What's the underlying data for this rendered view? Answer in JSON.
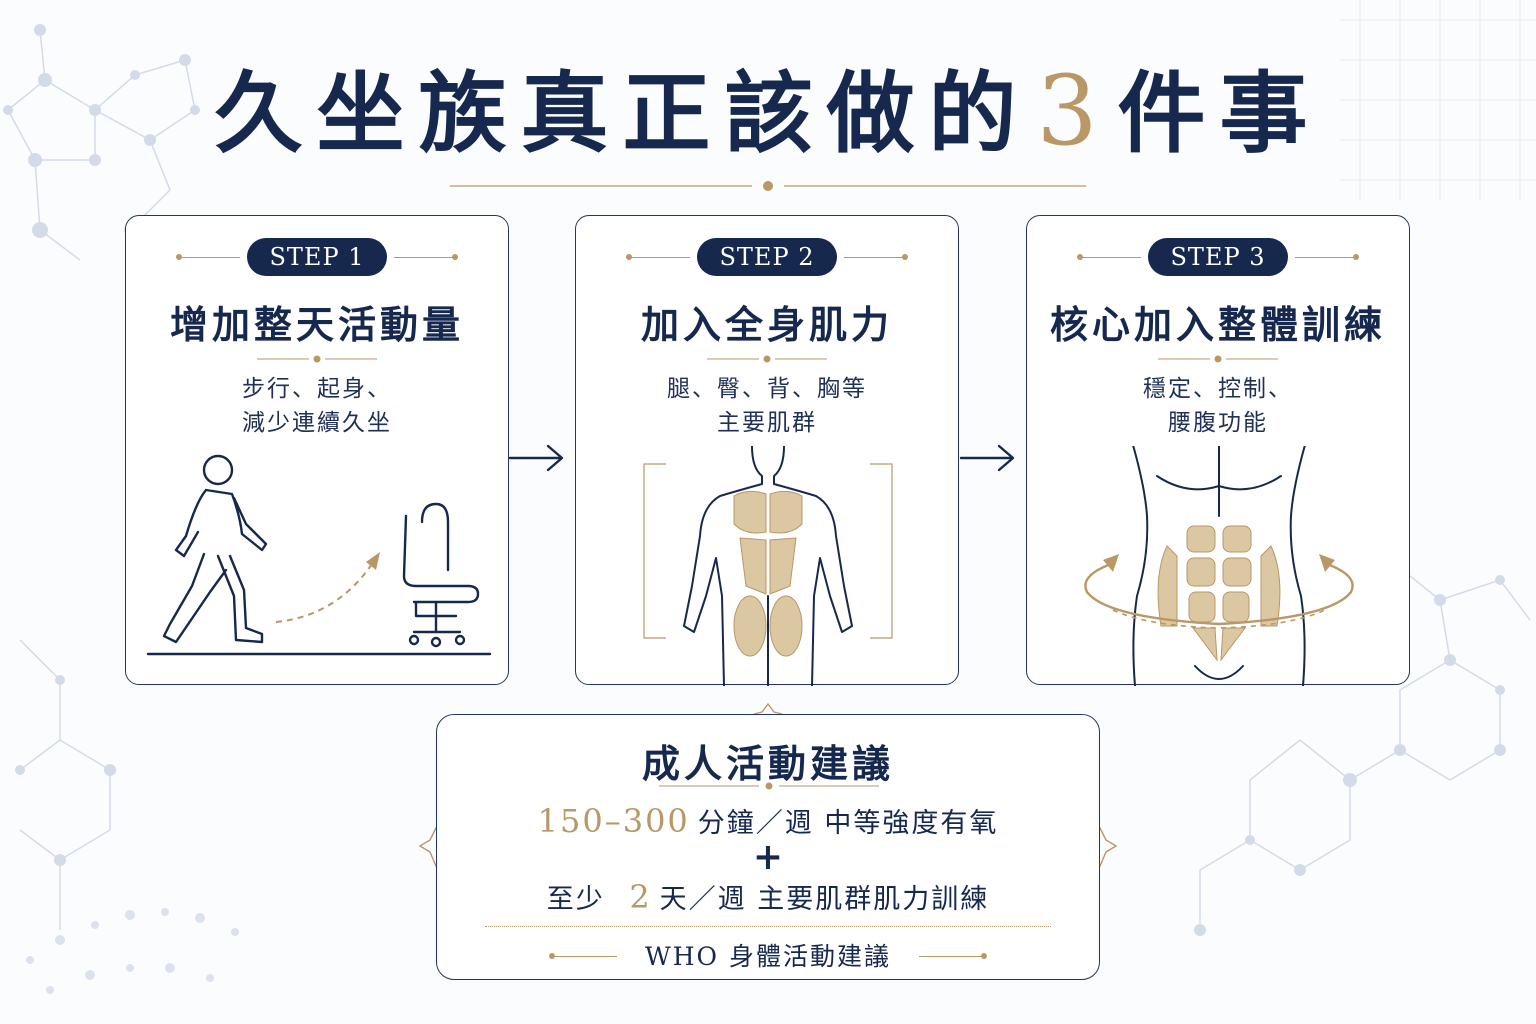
{
  "title": {
    "before": "久坐族真正該做的",
    "number": "3",
    "after": "件事"
  },
  "steps": [
    {
      "badge": "STEP 1",
      "title": "增加整天活動量",
      "desc_lines": [
        "步行、起身、",
        "減少連續久坐"
      ],
      "illustration_icon": "walking-person-to-chair-icon"
    },
    {
      "badge": "STEP 2",
      "title": "加入全身肌力",
      "desc_lines": [
        "腿、臀、背、胸等",
        "主要肌群"
      ],
      "illustration_icon": "full-body-muscle-icon"
    },
    {
      "badge": "STEP 3",
      "title": "核心加入整體訓練",
      "desc_lines": [
        "穩定、控制、",
        "腰腹功能"
      ],
      "illustration_icon": "core-abdomen-icon"
    }
  ],
  "recommendation": {
    "title": "成人活動建議",
    "aerobic_value": "150–300",
    "aerobic_text": "分鐘／週 中等強度有氧",
    "plus": "+",
    "strength_prefix": "至少",
    "strength_value": "2",
    "strength_text": "天／週 主要肌群肌力訓練",
    "source": "WHO 身體活動建議"
  },
  "colors": {
    "navy": "#17284f",
    "gold": "#b99766",
    "muscle_fill": "#dcc7a3",
    "background": "#fbfcfe"
  }
}
